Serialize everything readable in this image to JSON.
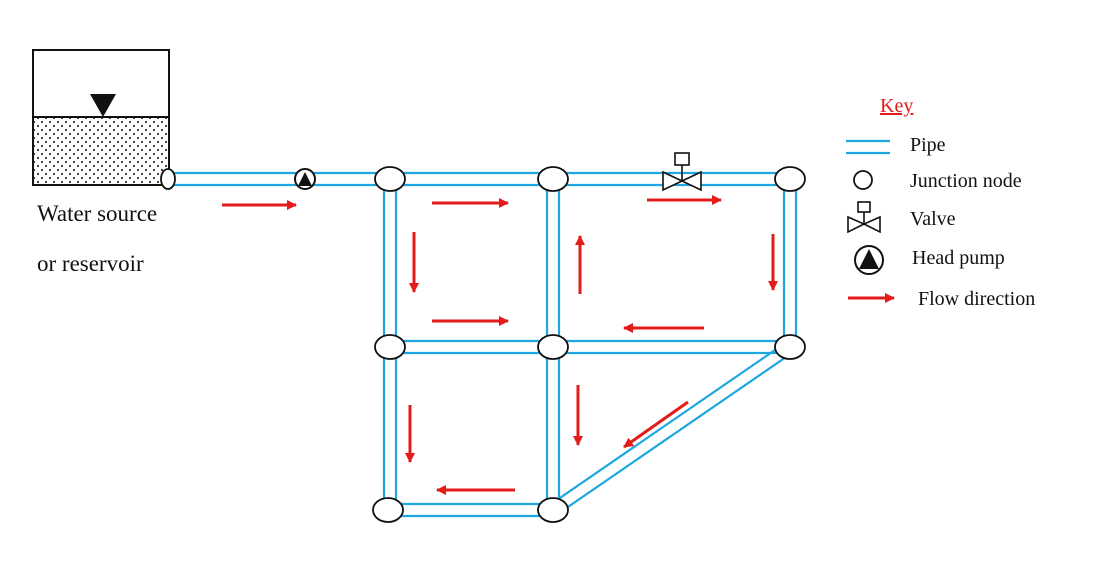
{
  "reservoir": {
    "label_line1": "Water source",
    "label_line2": "or reservoir"
  },
  "key": {
    "title": "Key",
    "pipe": "Pipe",
    "junction": "Junction node",
    "valve": "Valve",
    "pump": "Head pump",
    "flow": "Flow direction"
  },
  "colors": {
    "pipe": "#1ea7e1",
    "arrow": "#e31b1b",
    "title": "#e31b1b",
    "text": "#111111"
  },
  "icons": {
    "valve": "valve-icon",
    "pump": "head-pump-icon",
    "junction": "junction-node-icon",
    "arrow": "flow-arrow-icon",
    "water_level": "water-level-triangle-icon"
  }
}
